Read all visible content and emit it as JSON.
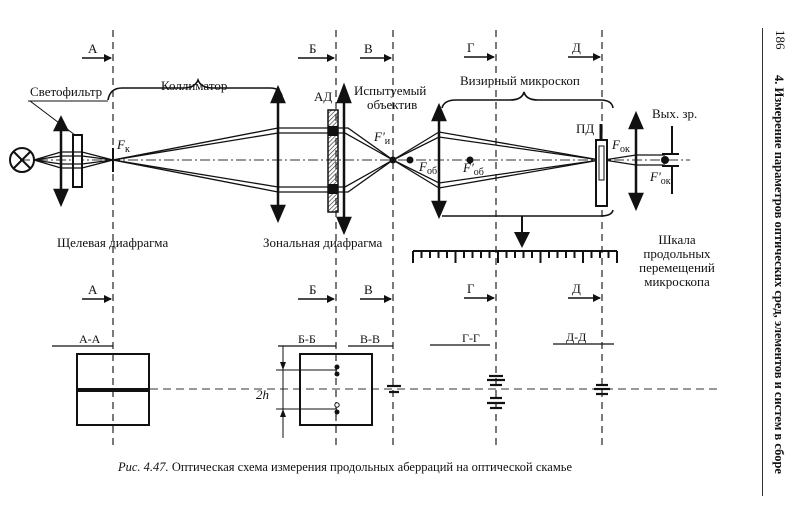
{
  "page": {
    "number": "186",
    "running_header": "4. Измерение параметров оптических сред, элементов и систем в сборе"
  },
  "caption": {
    "prefix": "Рис. 4.47.",
    "text": "Оптическая схема измерения продольных аберраций на оптической скамье"
  },
  "sections": {
    "top_markers": [
      "А",
      "Б",
      "В",
      "Г",
      "Д"
    ],
    "bottom_markers": [
      "А",
      "Б",
      "В",
      "Г",
      "Д"
    ],
    "section_titles": [
      "А-А",
      "Б-Б",
      "В-В",
      "Г-Г",
      "Д-Д"
    ]
  },
  "labels": {
    "light_filter": "Светофильтр",
    "collimator": "Коллиматор",
    "ad": "АД",
    "tested_lens_line1": "Испытуемый",
    "tested_lens_line2": "объектив",
    "sighting_microscope": "Визирный микроскоп",
    "pd": "ПД",
    "exit_pupil": "Вых. зр.",
    "slit_diaphragm": "Щелевая диафрагма",
    "zonal_diaphragm": "Зональная диафрагма",
    "scale_line1": "Шкала",
    "scale_line2": "продольных",
    "scale_line3": "перемещений",
    "scale_line4": "микроскопа",
    "dimension_2h": "2h"
  },
  "focal_points": {
    "fk": {
      "sym": "F",
      "sub": "к"
    },
    "fi": {
      "sym": "F′",
      "sub": "и"
    },
    "fob": {
      "sym": "F",
      "sub": "об"
    },
    "fob_prime": {
      "sym": "F′",
      "sub": "об"
    },
    "fok": {
      "sym": "F",
      "sub": "ок"
    },
    "fok_prime": {
      "sym": "F′",
      "sub": "ок"
    }
  }
}
